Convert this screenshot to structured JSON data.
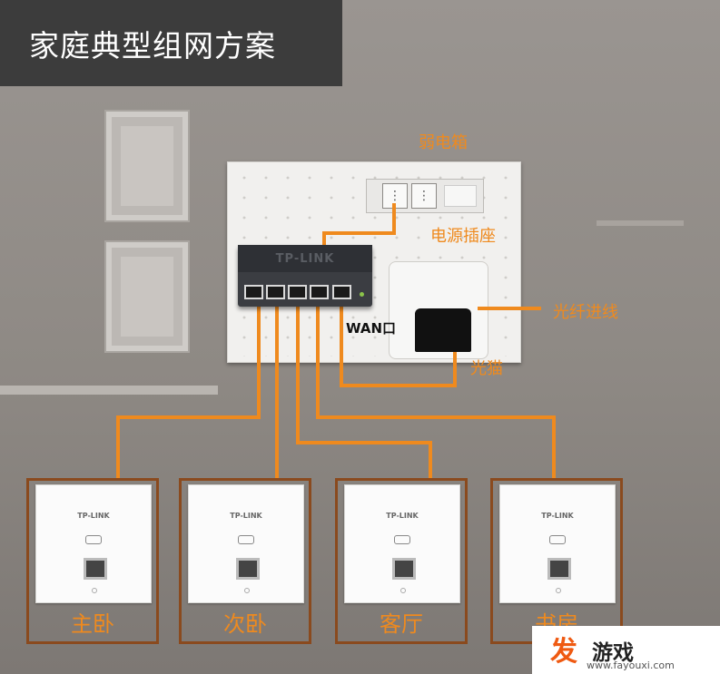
{
  "header": {
    "title": "家庭典型组网方案"
  },
  "labels": {
    "weak_box": "弱电箱",
    "power_socket": "电源插座",
    "fiber_in": "光纤进线",
    "modem": "光猫",
    "wan": "WAN口"
  },
  "switch": {
    "brand": "TP-LINK"
  },
  "rooms": [
    {
      "name": "主卧",
      "brand": "TP-LINK"
    },
    {
      "name": "次卧",
      "brand": "TP-LINK"
    },
    {
      "name": "客厅",
      "brand": "TP-LINK"
    },
    {
      "name": "书房",
      "brand": "TP-LINK"
    }
  ],
  "watermark": {
    "title": "游戏",
    "icon": "发",
    "url": "www.fayouxi.com"
  },
  "colors": {
    "wire": "#ef8a1e",
    "header_bg": "#3c3c3c"
  }
}
